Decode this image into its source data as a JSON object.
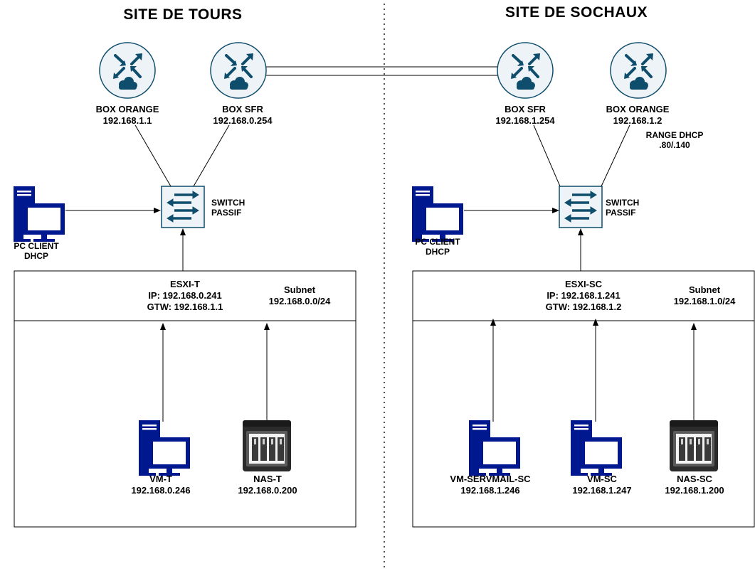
{
  "sites": {
    "tours": {
      "title": "SITE DE TOURS",
      "box_orange": {
        "name": "BOX ORANGE",
        "ip": "192.168.1.1"
      },
      "box_sfr": {
        "name": "BOX SFR",
        "ip": "192.168.0.254"
      },
      "switch": {
        "line1": "SWITCH",
        "line2": "PASSIF"
      },
      "pc_client": {
        "line1": "PC CLIENT",
        "line2": "DHCP"
      },
      "esxi": {
        "name": "ESXI-T",
        "ip": "IP: 192.168.0.241",
        "gtw": "GTW: 192.168.1.1"
      },
      "subnet": {
        "label": "Subnet",
        "value": "192.168.0.0/24"
      },
      "vm": {
        "name": "VM-T",
        "ip": "192.168.0.246"
      },
      "nas": {
        "name": "NAS-T",
        "ip": "192.168.0.200"
      }
    },
    "sochaux": {
      "title": "SITE DE SOCHAUX",
      "box_sfr": {
        "name": "BOX SFR",
        "ip": "192.168.1.254"
      },
      "box_orange": {
        "name": "BOX ORANGE",
        "ip": "192.168.1.2"
      },
      "dhcp_range": {
        "line1": "RANGE DHCP",
        "line2": ".80/.140"
      },
      "switch": {
        "line1": "SWITCH",
        "line2": "PASSIF"
      },
      "pc_client": {
        "line1": "PC CLIENT",
        "line2": "DHCP"
      },
      "esxi": {
        "name": "ESXI-SC",
        "ip": "IP: 192.168.1.241",
        "gtw": "GTW: 192.168.1.2"
      },
      "subnet": {
        "label": "Subnet",
        "value": "192.168.1.0/24"
      },
      "vm_mail": {
        "name": "VM-SERVMAIL-SC",
        "ip": "192.168.1.246"
      },
      "vm": {
        "name": "VM-SC",
        "ip": "192.168.1.247"
      },
      "nas": {
        "name": "NAS-SC",
        "ip": "192.168.1.200"
      }
    }
  },
  "icons": {
    "router": "router-icon",
    "switch": "switch-icon",
    "computer": "computer-icon",
    "nas": "nas-icon"
  },
  "colors": {
    "router_fill": "#eef3f7",
    "network_blue": "#0e4d6c",
    "computer_blue": "#00188f",
    "nas_dark": "#2b2b2b",
    "line": "#000000",
    "divider": "#555555"
  }
}
